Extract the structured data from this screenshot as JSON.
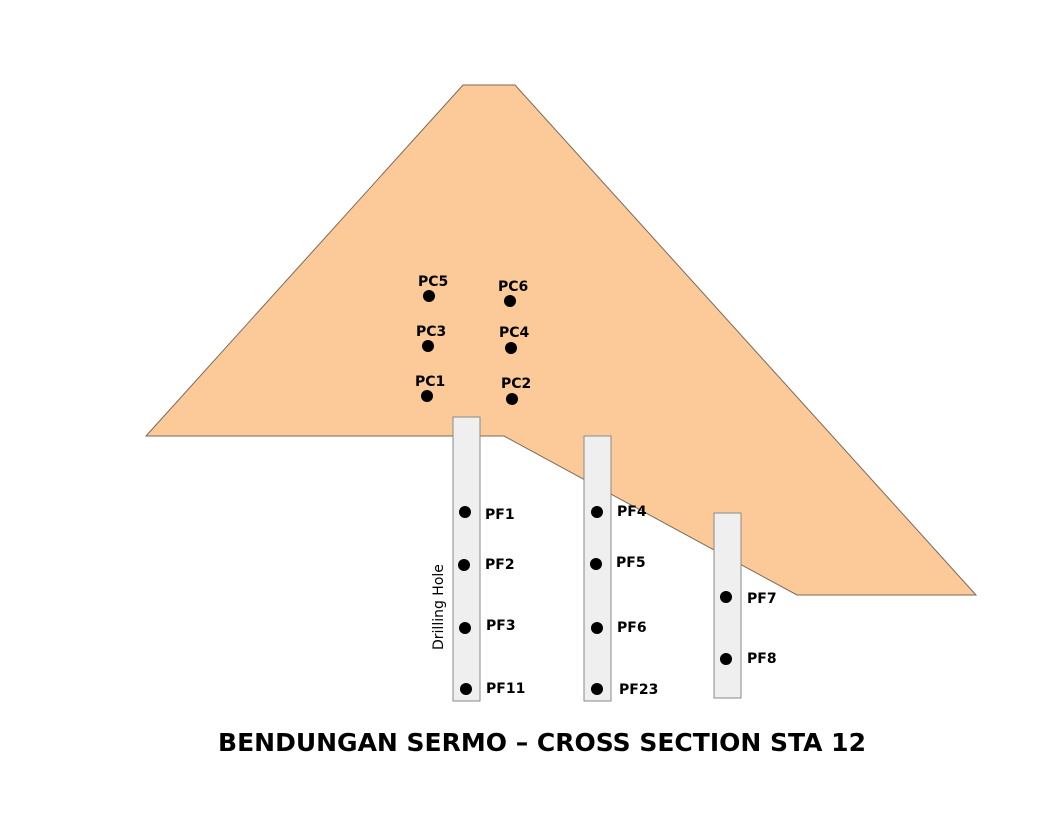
{
  "colors": {
    "dam_fill": "#FCC998",
    "dam_stroke": "#7a6a5a",
    "hole_fill": "#EFEFEF",
    "hole_stroke": "#8a8a8a",
    "point": "#000000"
  },
  "title": "BENDUNGAN SERMO – CROSS SECTION STA 12",
  "drilling_hole_label": "Drilling Hole",
  "dam_points": [
    "PC1",
    "PC2",
    "PC3",
    "PC4",
    "PC5",
    "PC6"
  ],
  "hole_points": [
    [
      "PF1",
      "PF2",
      "PF3",
      "PF11"
    ],
    [
      "PF4",
      "PF5",
      "PF6",
      "PF23"
    ],
    [
      "PF7",
      "PF8"
    ]
  ]
}
